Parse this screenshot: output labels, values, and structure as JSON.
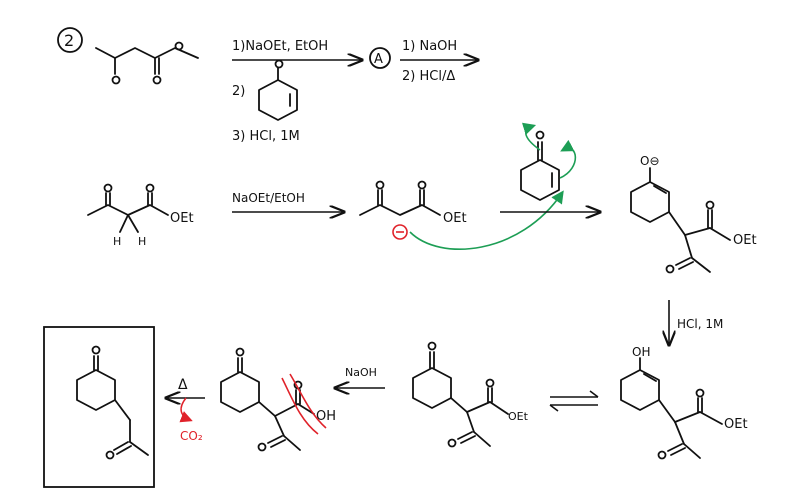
{
  "colors": {
    "ink": "#111111",
    "red": "#e0222a",
    "green": "#1d9e55"
  },
  "problem": {
    "number": "2",
    "step1_reagents": [
      "1)NaOEt, EtOH",
      "2)",
      "3) HCl, 1M"
    ],
    "intermediate": "A",
    "step2_reagents": [
      "1) NaOH",
      "2) HCl/Δ"
    ]
  },
  "mechanism": {
    "row1": {
      "start_labels": [
        "H",
        "H",
        "OEt"
      ],
      "reagent": "NaOEt/EtOH",
      "enolate_labels": [
        "OEt"
      ],
      "charge": "⊖",
      "product_labels": [
        "O⊖",
        "OEt"
      ]
    },
    "row2": {
      "acid_reagent": "HCl, 1M",
      "enol_labels": [
        "OH",
        "OEt"
      ],
      "keto_labels": [
        "OEt"
      ],
      "base_reagent": "NaOH",
      "acid_labels": [
        "OH"
      ],
      "heat": "Δ",
      "lost_gas": "CO₂"
    }
  }
}
